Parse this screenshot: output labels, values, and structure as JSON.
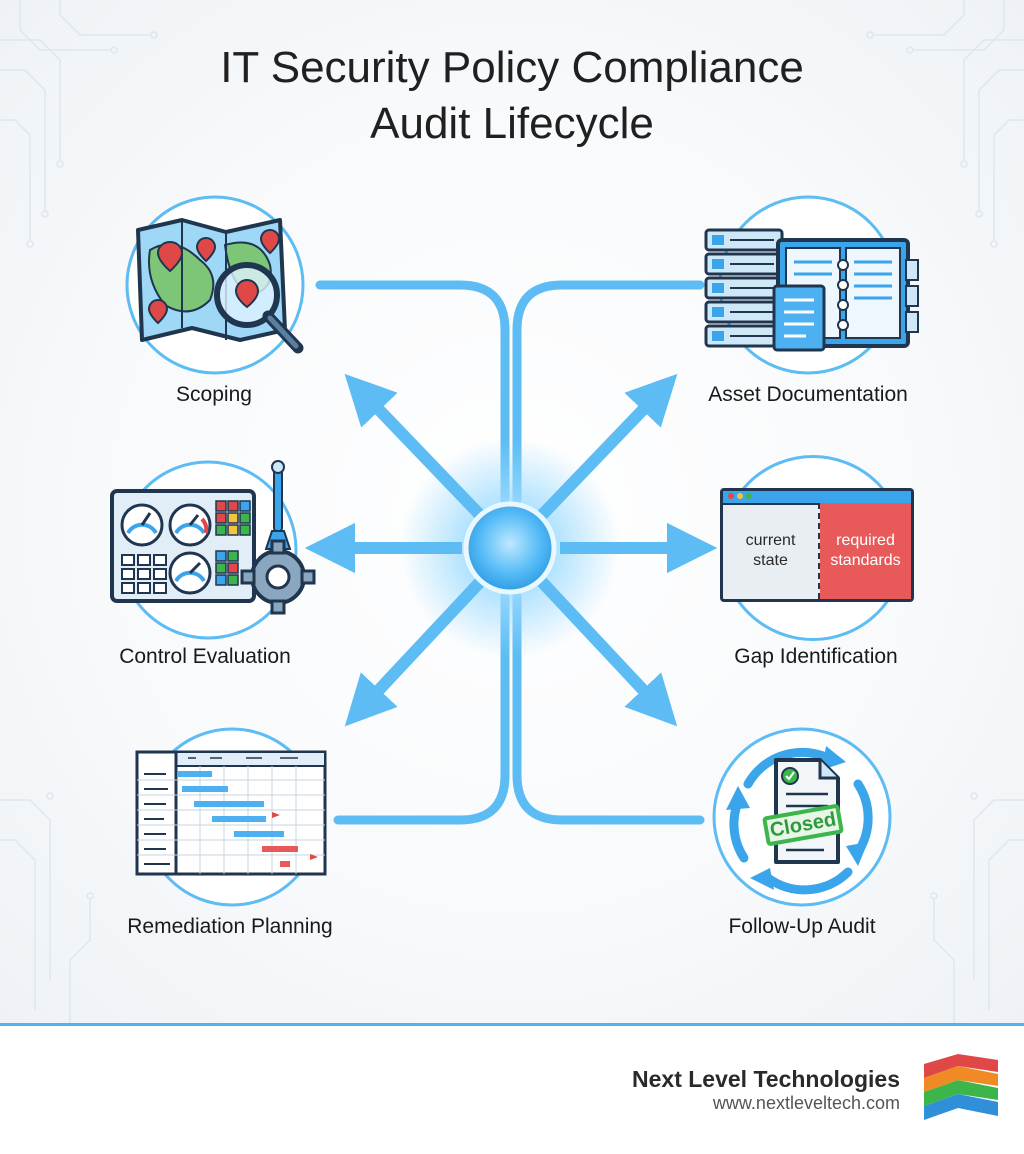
{
  "title": {
    "line1": "IT Security Policy Compliance",
    "line2": "Audit Lifecycle"
  },
  "stages": [
    {
      "id": "scoping",
      "label": "Scoping",
      "icon": "map-magnifier-icon"
    },
    {
      "id": "asset",
      "label": "Asset Documentation",
      "icon": "server-document-icon"
    },
    {
      "id": "control",
      "label": "Control Evaluation",
      "icon": "control-panel-icon"
    },
    {
      "id": "gap",
      "label": "Gap Identification",
      "icon": "comparison-window-icon"
    },
    {
      "id": "remediation",
      "label": "Remediation Planning",
      "icon": "gantt-chart-icon"
    },
    {
      "id": "followup",
      "label": "Follow-Up Audit",
      "icon": "cycle-document-icon"
    }
  ],
  "gap_panel": {
    "left_line1": "current",
    "left_line2": "state",
    "right_line1": "required",
    "right_line2": "standards"
  },
  "followup_stamp": "Closed",
  "colors": {
    "accent": "#4fb3ef",
    "arrow": "#5cbcf3",
    "hub_glow": "#9fdcff",
    "gap_red": "#e85a5a",
    "stamp_green": "#3cb54a"
  },
  "footer": {
    "company": "Next Level Technologies",
    "website": "www.nextleveltech.com",
    "logo_icon": "stacked-chevron-logo-icon"
  }
}
